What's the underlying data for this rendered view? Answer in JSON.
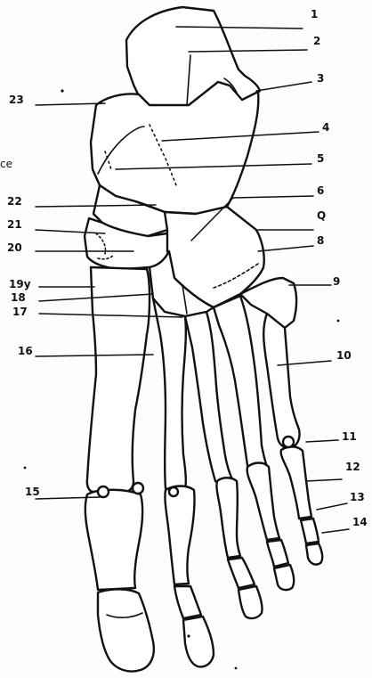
{
  "labels": {
    "l1": "1",
    "l2": "2",
    "l3": "3",
    "l4": "4",
    "l5": "5",
    "l6": "6",
    "lQ": "Q",
    "l8": "8",
    "l9": "9",
    "l10": "10",
    "l11": "11",
    "l12": "12",
    "l13": "13",
    "l14": "14",
    "l15": "15",
    "l16": "16",
    "l17": "17",
    "l18": "18",
    "l19y": "19y",
    "l20": "20",
    "l21": "21",
    "l22": "22",
    "l23": "23",
    "lce": "ce"
  },
  "colors": {
    "ink": "#111111",
    "paper": "#fdfdfb"
  }
}
